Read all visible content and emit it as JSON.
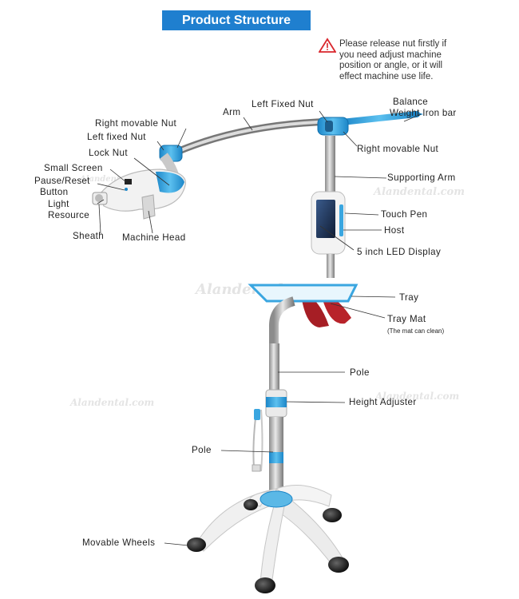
{
  "title": "Product Structure",
  "warning": {
    "icon": "warning-triangle-icon",
    "lines": [
      "Please release nut firstly if",
      "you need adjust machine",
      "position or angle, or it will",
      "effect machine use life."
    ]
  },
  "labels": {
    "left_fixed_nut_top": "Left Fixed Nut",
    "arm": "Arm",
    "balance_1": "Balance",
    "balance_2": "Weight Iron bar",
    "right_movable_nut_left": "Right movable Nut",
    "left_fixed_nut": "Left fixed Nut",
    "right_movable_nut_right": "Right movable Nut",
    "lock_nut": "Lock Nut",
    "small_screen": "Small Screen",
    "pause_reset_1": "Pause/Reset",
    "pause_reset_2": "Button",
    "light_resource_1": "Light",
    "light_resource_2": "Resource",
    "sheath": "Sheath",
    "machine_head": "Machine Head",
    "supporting_arm": "Supporting Arm",
    "touch_pen": "Touch Pen",
    "host": "Host",
    "led_display": "5 inch LED Display",
    "tray": "Tray",
    "tray_mat": "Tray Mat",
    "tray_mat_note": "(The mat can clean)",
    "pole_upper": "Pole",
    "height_adjuster": "Height Adjuster",
    "pole_lower": "Pole",
    "movable_wheels": "Movable Wheels"
  },
  "watermarks": [
    "Alandental.com",
    "Alandental.com",
    "Alandental.com",
    "Alandental.com",
    "Alandental.com"
  ],
  "colors": {
    "title_bg": "#1f7fcf",
    "accent_blue": "#3aa6e0",
    "warning": "#d9262c"
  }
}
